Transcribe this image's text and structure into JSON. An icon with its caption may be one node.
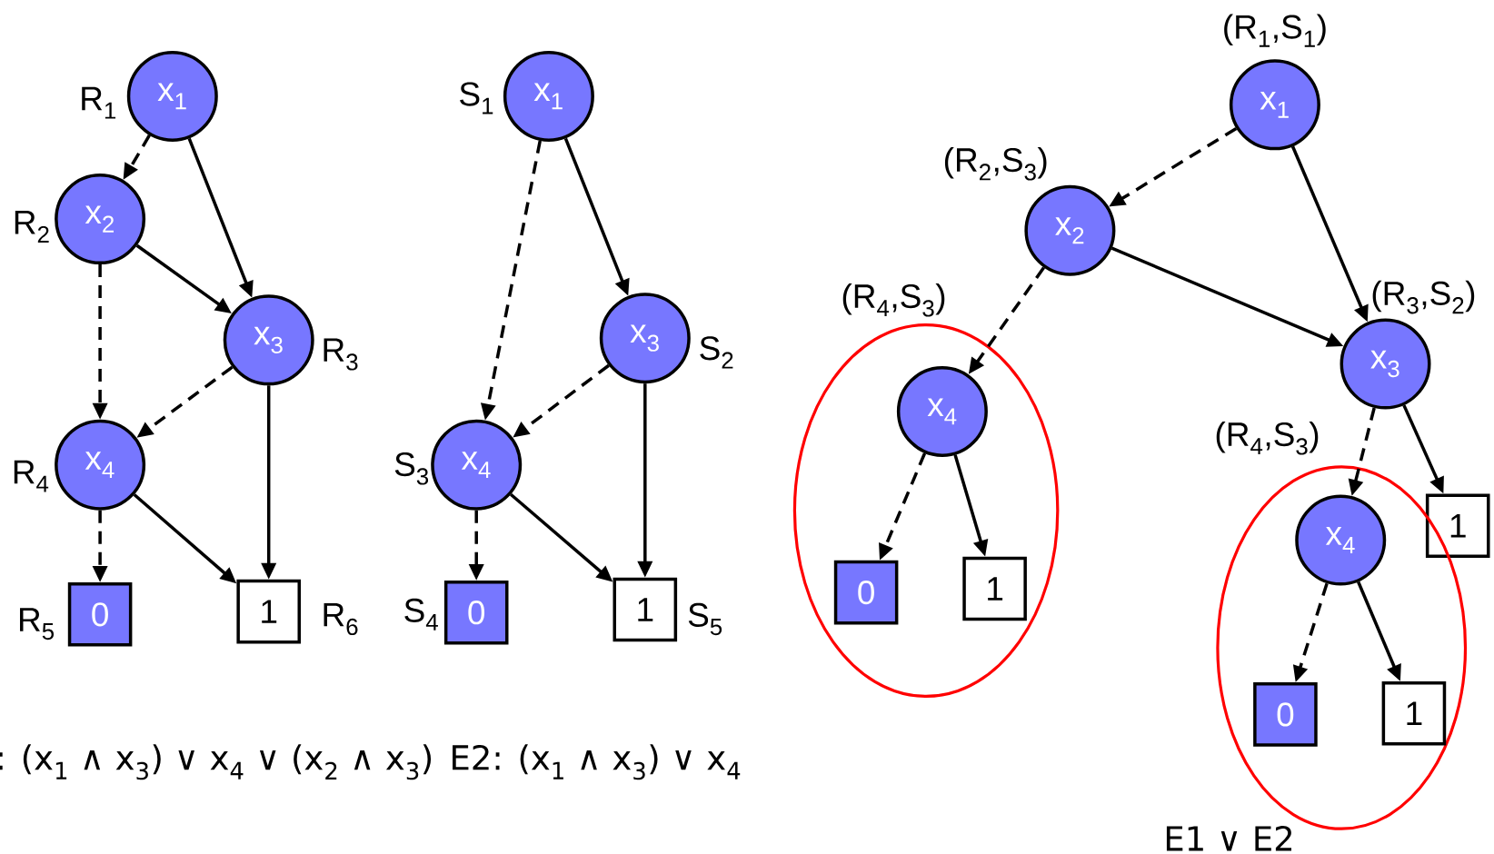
{
  "diagram": {
    "nodes": [
      {
        "text": [
          "x$_{1}$"
        ],
        "beside": [
          "R$_{1}$"
        ]
      },
      {
        "text": [
          "x$_{2}$"
        ],
        "beside": [
          "R$_{2}$"
        ]
      },
      {
        "text": [
          "x$_{3}$"
        ],
        "beside": [
          "R$_{3}$"
        ]
      },
      {
        "text": [
          "x$_{4}$"
        ],
        "beside": [
          "R$_{4}$"
        ]
      },
      {
        "text": [
          "0"
        ],
        "beside": [
          "R$_{5}$"
        ]
      },
      {
        "text": [
          "1"
        ],
        "beside": [
          "R$_{6}$"
        ]
      },
      {
        "text": [
          "x$_{1}$"
        ],
        "beside": [
          "S$_{1}$"
        ]
      },
      {
        "text": [
          "x$_{3}$"
        ],
        "beside": [
          "S$_{2}$"
        ]
      },
      {
        "text": [
          "x$_{4}$"
        ],
        "beside": [
          "S$_{3}$"
        ]
      },
      {
        "text": [
          "0"
        ],
        "beside": [
          "S$_{4}$"
        ]
      },
      {
        "text": [
          "1"
        ],
        "beside": [
          "S$_{5}$"
        ]
      },
      {
        "text": [
          "x$_{1}$"
        ],
        "beside": [
          "(R$_{1}$,S$_{1}$)"
        ]
      },
      {
        "text": [
          "x$_{2}$"
        ],
        "beside": [
          "(R$_{2}$,S$_{3}$)"
        ]
      },
      {
        "text": [
          "x$_{3}$"
        ],
        "beside": [
          "(R$_{3}$,S$_{2}$)"
        ]
      },
      {
        "text": [],
        "shape": "ellipse"
      },
      {
        "text": [
          "x$_{4}$"
        ],
        "beside": [
          "(R$_{4}$,S$_{3}$)"
        ],
        "in": 14
      },
      {
        "text": [
          "0"
        ],
        "in": 14
      },
      {
        "text": [
          "1"
        ],
        "in": 14
      },
      {
        "text": [
          "1"
        ]
      },
      {
        "text": [],
        "shape": "ellipse"
      },
      {
        "text": [
          "x$_{4}$"
        ],
        "beside": [
          "(R$_{4}$,S$_{3}$)"
        ],
        "in": 19
      },
      {
        "text": [
          "0"
        ],
        "in": 19
      },
      {
        "text": [
          "1"
        ],
        "in": 19
      }
    ],
    "edges": [
      {
        "from": 0,
        "to": 1,
        "arrow": "to",
        "style": "dashed"
      },
      {
        "from": 0,
        "to": 2,
        "arrow": "to"
      },
      {
        "from": 1,
        "to": 2,
        "arrow": "to"
      },
      {
        "from": 1,
        "to": 3,
        "arrow": "to",
        "style": "dashed"
      },
      {
        "from": 2,
        "to": 3,
        "arrow": "to",
        "style": "dashed"
      },
      {
        "from": 2,
        "to": 5,
        "arrow": "to"
      },
      {
        "from": 3,
        "to": 4,
        "arrow": "to",
        "style": "dashed"
      },
      {
        "from": 3,
        "to": 5,
        "arrow": "to"
      },
      {
        "from": 6,
        "to": 8,
        "arrow": "to",
        "style": "dashed"
      },
      {
        "from": 6,
        "to": 7,
        "arrow": "to"
      },
      {
        "from": 7,
        "to": 8,
        "arrow": "to",
        "style": "dashed"
      },
      {
        "from": 7,
        "to": 10,
        "arrow": "to"
      },
      {
        "from": 8,
        "to": 9,
        "arrow": "to",
        "style": "dashed"
      },
      {
        "from": 8,
        "to": 10,
        "arrow": "to"
      },
      {
        "from": 11,
        "to": 12,
        "arrow": "to",
        "style": "dashed"
      },
      {
        "from": 11,
        "to": 13,
        "arrow": "to"
      },
      {
        "from": 12,
        "to": 13,
        "arrow": "to"
      },
      {
        "from": 12,
        "to": 15,
        "arrow": "to",
        "style": "dashed"
      },
      {
        "from": 13,
        "to": 20,
        "arrow": "to",
        "style": "dashed"
      },
      {
        "from": 13,
        "to": 18,
        "arrow": "to"
      },
      {
        "from": 15,
        "to": 16,
        "arrow": "to",
        "style": "dashed"
      },
      {
        "from": 15,
        "to": 17,
        "arrow": "to"
      },
      {
        "from": 20,
        "to": 21,
        "arrow": "to",
        "style": "dashed"
      },
      {
        "from": 20,
        "to": 22,
        "arrow": "to"
      }
    ],
    "labels": [
      ": (x$_{1}$ ∧ x$_{3}$) ∨ x$_{4}$ ∨ (x$_{2}$ ∧ x$_{3}$)",
      "E2: (x$_{1}$ ∧ x$_{3}$) ∨ x$_{4}$",
      "E1 ∨ E2"
    ]
  }
}
